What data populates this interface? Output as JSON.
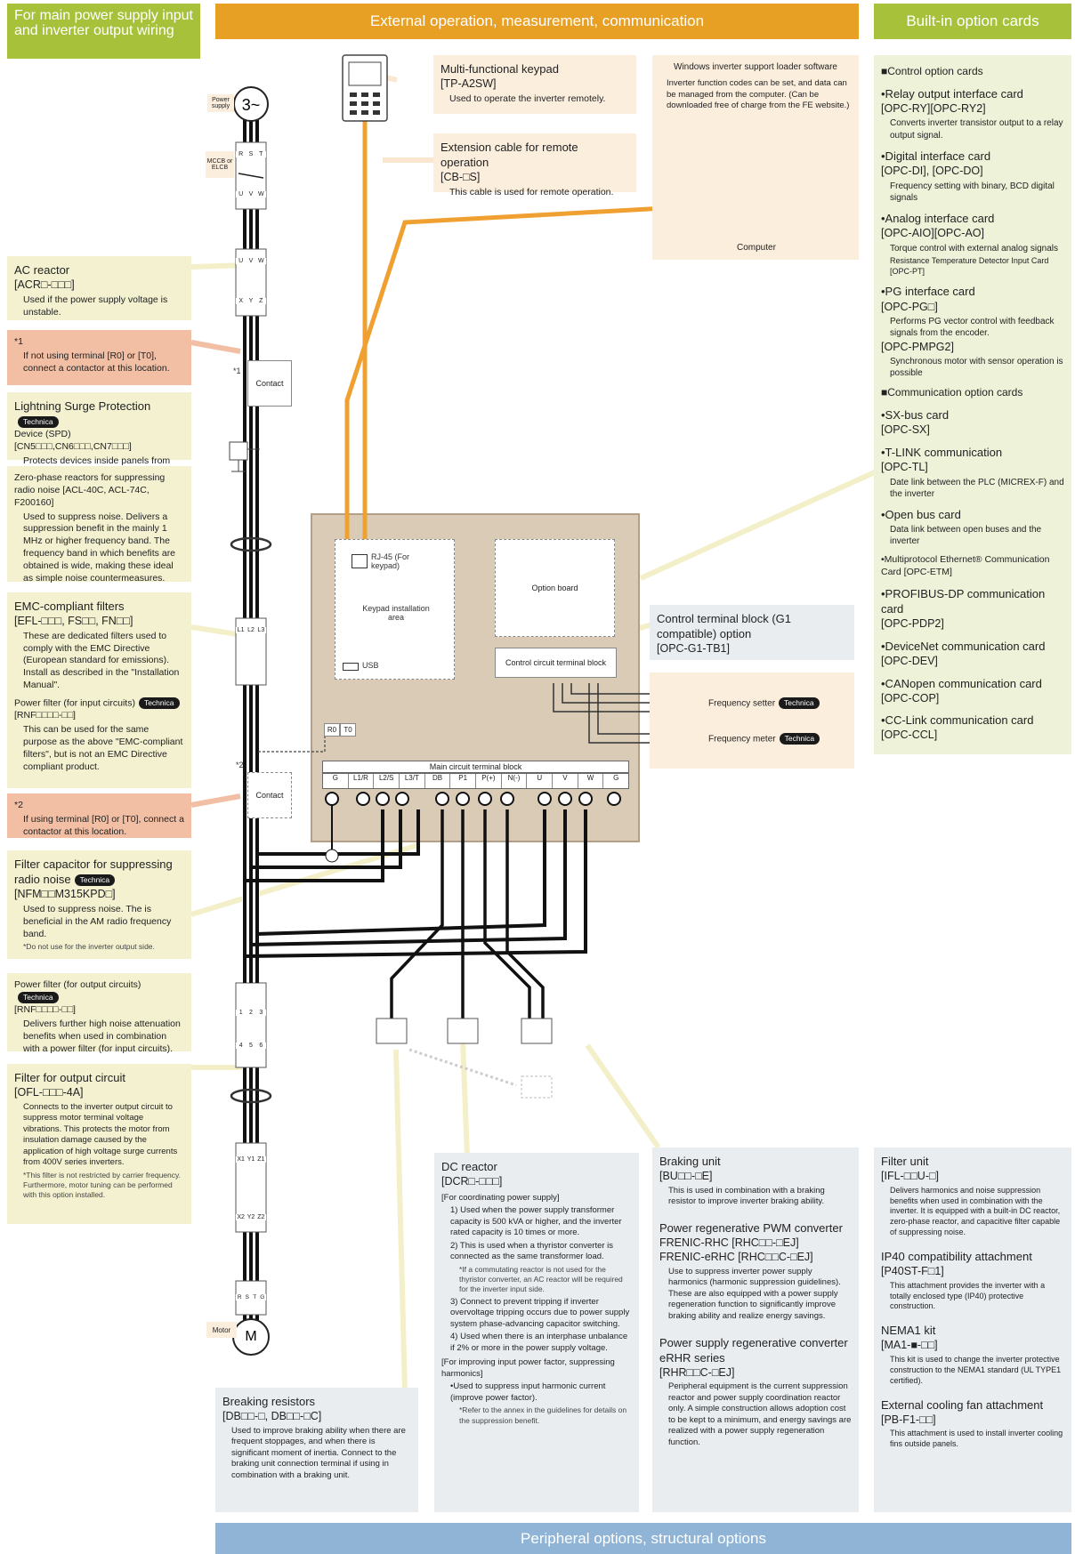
{
  "headers": {
    "main_power": "For main power supply input and inverter output wiring",
    "external": "External operation, measurement, communication",
    "builtin": "Built-in option cards",
    "peripheral": "Peripheral options, structural options"
  },
  "colors": {
    "green": "#a7c23a",
    "orange": "#e8a024",
    "blue": "#8fb4d6",
    "cable": "#f0a030"
  },
  "diagram_labels": {
    "power_supply": "Power supply",
    "mccb": "MCCB or ELCB",
    "contact": "Contact",
    "star1": "*1",
    "star2": "*2",
    "motor": "Motor",
    "rj45": "RJ-45 (For keypad)",
    "keypad_area": "Keypad installation area",
    "usb": "USB",
    "option_board": "Option board",
    "control_circuit_tb": "Control circuit terminal block",
    "main_circuit_tb": "Main circuit terminal block",
    "freq_setter": "Frequency setter",
    "freq_meter": "Frequency meter",
    "technica": "Technica",
    "computer": "Computer",
    "r0": "R0",
    "t0": "T0",
    "terminals_rst": [
      "R",
      "S",
      "T"
    ],
    "terminals_uvw": [
      "U",
      "V",
      "W"
    ],
    "terminals_xyz": [
      "X",
      "Y",
      "Z"
    ],
    "terminals_l123": [
      "L1",
      "L2",
      "L3"
    ],
    "terminals_123": [
      "1",
      "2",
      "3"
    ],
    "terminals_456": [
      "4",
      "5",
      "6"
    ],
    "terminals_x1": [
      "X1",
      "Y1",
      "Z1"
    ],
    "terminals_x2": [
      "X2",
      "Y2",
      "Z2"
    ],
    "terminals_motor": [
      "R",
      "S",
      "T",
      "G"
    ],
    "main_terminals": [
      "G",
      "L1/R",
      "L2/S",
      "L3/T",
      "DB",
      "P1",
      "P(+)",
      "N(-)",
      "U",
      "V",
      "W",
      "G"
    ]
  },
  "left": {
    "ac_reactor": {
      "title": "AC reactor",
      "code": "[ACR□-□□□]",
      "body": "Used if the power supply voltage is unstable."
    },
    "note1": {
      "mark": "*1",
      "body": "If not using terminal [R0] or [T0], connect a contactor at this location."
    },
    "spd": {
      "title": "Lightning Surge Protection",
      "code": "Device (SPD) [CN5□□□,CN6□□□,CN7□□□]",
      "body": "Protects devices inside panels from lightning surge from power lines."
    },
    "zero_phase": {
      "title": "Zero-phase reactors for suppressing radio noise [ACL-40C, ACL-74C, F200160]",
      "body": "Used to suppress noise. Delivers a suppression benefit in the mainly 1 MHz or higher frequency band. The frequency band in which benefits are obtained is wide, making these ideal as simple noise countermeasures."
    },
    "emc": {
      "title": "EMC-compliant filters",
      "code": "[EFL-□□□, FS□□, FN□□]",
      "body": "These are dedicated filters used to comply with the EMC Directive (European standard for emissions). Install as described in the \"Installation Manual\".",
      "pf_title": "Power filter (for input circuits)",
      "pf_code": "[RNF□□□□-□□]",
      "pf_body": "This can be used for the same purpose as the above \"EMC-compliant filters\", but is not an EMC Directive compliant product."
    },
    "note2": {
      "mark": "*2",
      "body": "If using terminal [R0] or [T0], connect a contactor at this location."
    },
    "filter_cap": {
      "title": "Filter capacitor for suppressing radio noise",
      "code": "[NFM□□M315KPD□]",
      "body": "Used to suppress noise. The is beneficial in the AM radio frequency band.",
      "note": "*Do not use for the inverter output side."
    },
    "pf_out": {
      "title": "Power filter (for output circuits)",
      "code": "[RNF□□□□-□□]",
      "body": "Delivers further high noise attenuation benefits when used in combination with a power filter (for input circuits)."
    },
    "ofl": {
      "title": "Filter for output circuit",
      "code": "[OFL-□□□-4A]",
      "body": "Connects to the inverter output circuit to suppress motor terminal voltage vibrations. This protects the motor from insulation damage caused by the application of high voltage surge currents from 400V series inverters.",
      "note": "*This filter is not restricted by carrier frequency. Furthermore, motor tuning can be performed with this option installed."
    }
  },
  "external": {
    "keypad": {
      "title": "Multi-functional keypad",
      "code": "[TP-A2SW]",
      "body": "Used to operate the inverter remotely."
    },
    "cable": {
      "title": "Extension cable for remote operation",
      "code": "[CB-□S]",
      "body": "This cable is used for remote operation."
    },
    "loader": {
      "title": "Windows inverter support loader software",
      "body": "Inverter function codes can be set, and data can be managed from the computer. (Can be downloaded free of charge from the FE website.)"
    },
    "g1tb": {
      "title": "Control terminal block (G1 compatible) option",
      "code": "[OPC-G1-TB1]"
    }
  },
  "builtin": {
    "control_header": "■Control option cards",
    "control_cards": [
      {
        "title": "•Relay output interface card",
        "code": "[OPC-RY][OPC-RY2]",
        "body": "Converts inverter transistor output to a relay output signal."
      },
      {
        "title": "•Digital interface card",
        "code": "[OPC-DI], [OPC-DO]",
        "body": "Frequency setting with binary, BCD digital signals"
      },
      {
        "title": "•Analog interface card",
        "code": "[OPC-AIO][OPC-AO]",
        "body": "Torque control with external analog signals",
        "extra": "Resistance Temperature Detector Input Card [OPC-PT]"
      },
      {
        "title": "•PG interface card",
        "code": "[OPC-PG□]",
        "body": "Performs PG vector control with feedback signals from the encoder.",
        "code2": "[OPC-PMPG2]",
        "body2": "Synchronous motor with sensor operation is possible"
      }
    ],
    "comm_header": "■Communication option cards",
    "comm_cards": [
      {
        "title": "•SX-bus card",
        "code": "[OPC-SX]"
      },
      {
        "title": "•T-LINK communication",
        "code": "[OPC-TL]",
        "body": "Date link between the PLC (MICREX-F) and the inverter"
      },
      {
        "title": "•Open bus card",
        "body": "Data link between open buses and the inverter"
      },
      {
        "title": "•Multiprotocol Ethernet® Communication Card [OPC-ETM]"
      },
      {
        "title": "•PROFIBUS-DP communication card",
        "code": "[OPC-PDP2]"
      },
      {
        "title": "•DeviceNet communication card",
        "code": "[OPC-DEV]"
      },
      {
        "title": "•CANopen communication card",
        "code": "[OPC-COP]"
      },
      {
        "title": "•CC-Link communication card",
        "code": "[OPC-CCL]"
      }
    ]
  },
  "bottom": {
    "resistors": {
      "title": "Breaking resistors",
      "code": "[DB□□-□, DB□□-□C]",
      "body": "Used to improve braking ability when there are frequent stoppages, and when there is significant moment of inertia. Connect to the braking unit connection terminal if using in combination with a braking unit."
    },
    "dc_reactor": {
      "title": "DC reactor",
      "code": "[DCR□-□□□]",
      "sub1": "[For coordinating power supply]",
      "item1": "1) Used when the power supply transformer capacity is 500 kVA or higher, and the inverter rated capacity is 10 times or more.",
      "item2": "2) This is used when a thyristor converter is connected as the same transformer load.",
      "note2": "*If a commutating reactor is not used for the thyristor converter, an AC reactor will be required for the inverter input side.",
      "item3": "3) Connect to prevent tripping if inverter overvoltage tripping occurs due to power supply system phase-advancing capacitor switching.",
      "item4": "4) Used when there is an interphase unbalance if 2% or more in the power supply voltage.",
      "sub2": "[For improving input power factor, suppressing harmonics]",
      "item5": "•Used to suppress input harmonic current (improve power factor).",
      "note5": "*Refer to the annex in the guidelines for details on the suppression benefit."
    },
    "braking_unit": {
      "title": "Braking unit",
      "code": "[BU□□-□E]",
      "body": "This is used in combination with a braking resistor to improve inverter braking ability."
    },
    "pwm": {
      "title": "Power regenerative PWM converter",
      "code": "FRENIC-RHC [RHC□□-□EJ]",
      "code2": "FRENIC-eRHC [RHC□□C-□EJ]",
      "body": "Use to suppress inverter power supply harmonics (harmonic suppression guidelines). These are also equipped with a power supply regeneration function to significantly improve braking ability and realize energy savings."
    },
    "erhr": {
      "title": "Power supply regenerative converter eRHR series",
      "code": "[RHR□□C-□EJ]",
      "body": "Peripheral equipment is the current suppression reactor and power supply coordination reactor only. A simple construction allows adoption cost to be kept to a minimum, and energy savings are realized with a power supply regeneration function."
    },
    "filter_unit": {
      "title": "Filter unit",
      "code": "[IFL-□□U-□]",
      "body": "Delivers harmonics and noise suppression benefits when used in combination with the inverter. It is equipped with a built-in DC reactor, zero-phase reactor, and capacitive filter capable of suppressing noise."
    },
    "ip40": {
      "title": "IP40 compatibility attachment",
      "code": "[P40ST-F□1]",
      "body": "This attachment provides the inverter with a totally enclosed type (IP40) protective construction."
    },
    "nema1": {
      "title": "NEMA1 kit",
      "code": "[MA1-■-□□]",
      "body": "This kit is used to change the inverter protective construction to the NEMA1 standard (UL TYPE1 certified)."
    },
    "fan": {
      "title": "External cooling fan attachment",
      "code": "[PB-F1-□□]",
      "body": "This attachment is used to install inverter cooling fins outside panels."
    }
  }
}
